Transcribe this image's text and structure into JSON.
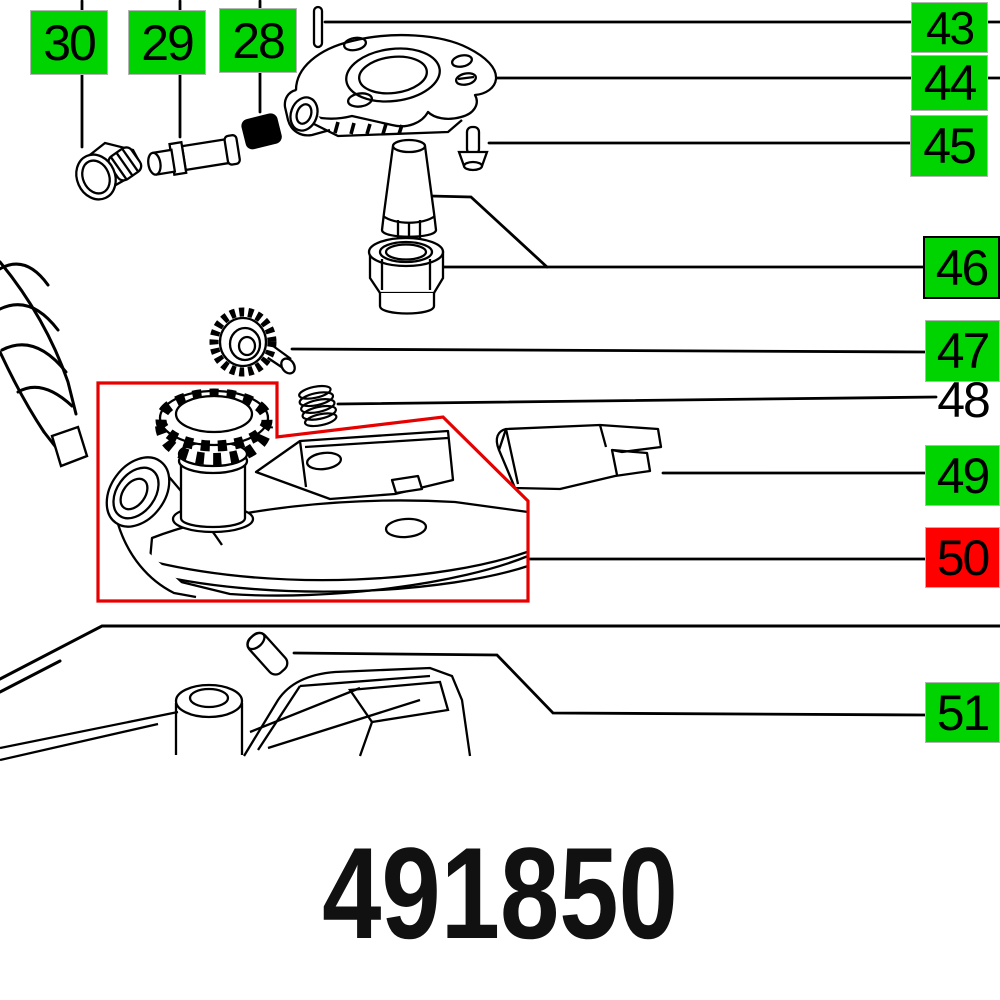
{
  "part_number": "491850",
  "callouts": {
    "c30": "30",
    "c29": "29",
    "c28": "28",
    "c43": "43",
    "c44": "44",
    "c45": "45",
    "c46": "46",
    "c47": "47",
    "c48": "48",
    "c49": "49",
    "c50": "50",
    "c51": "51"
  },
  "highlighted_callout": "50",
  "assembly_callout": "46",
  "colors": {
    "green_box": "#00d400",
    "red_box": "#ff0000",
    "highlight": "#e60000",
    "ink": "#000000"
  }
}
